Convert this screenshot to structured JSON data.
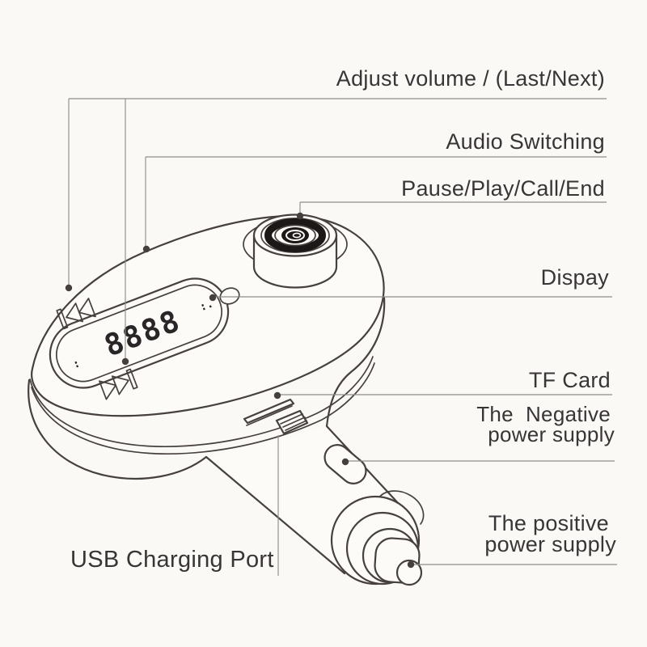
{
  "page": {
    "background": "#faf9f6",
    "description": "Car FM transmitter / cigarette-lighter USB charger annotated parts diagram"
  },
  "device": {
    "display": {
      "digits": "8888",
      "left_marks": ":",
      "right_marks": ":."
    },
    "colors": {
      "outline": "#46403e",
      "callout_line": "#8f8d8a",
      "dot": "#45403e",
      "text": "#393436",
      "lcd_digits": "#2a2527",
      "knob_ring_black": "#1d1818",
      "background": "#faf9f6"
    },
    "icons": [
      {
        "name": "prev-track-icon"
      },
      {
        "name": "next-track-icon"
      }
    ]
  },
  "labels": {
    "adjust_volume": "Adjust volume / (Last/Next)",
    "audio_switching": "Audio Switching",
    "pause_play_call_end": "Pause/Play/Call/End",
    "display": "Dispay",
    "tf_card": "TF Card",
    "negative_power_line1": "The  Negative",
    "negative_power_line2": "power supply",
    "positive_power_line1": "The positive",
    "positive_power_line2": "power supply",
    "usb_charging_port": "USB Charging Port"
  }
}
